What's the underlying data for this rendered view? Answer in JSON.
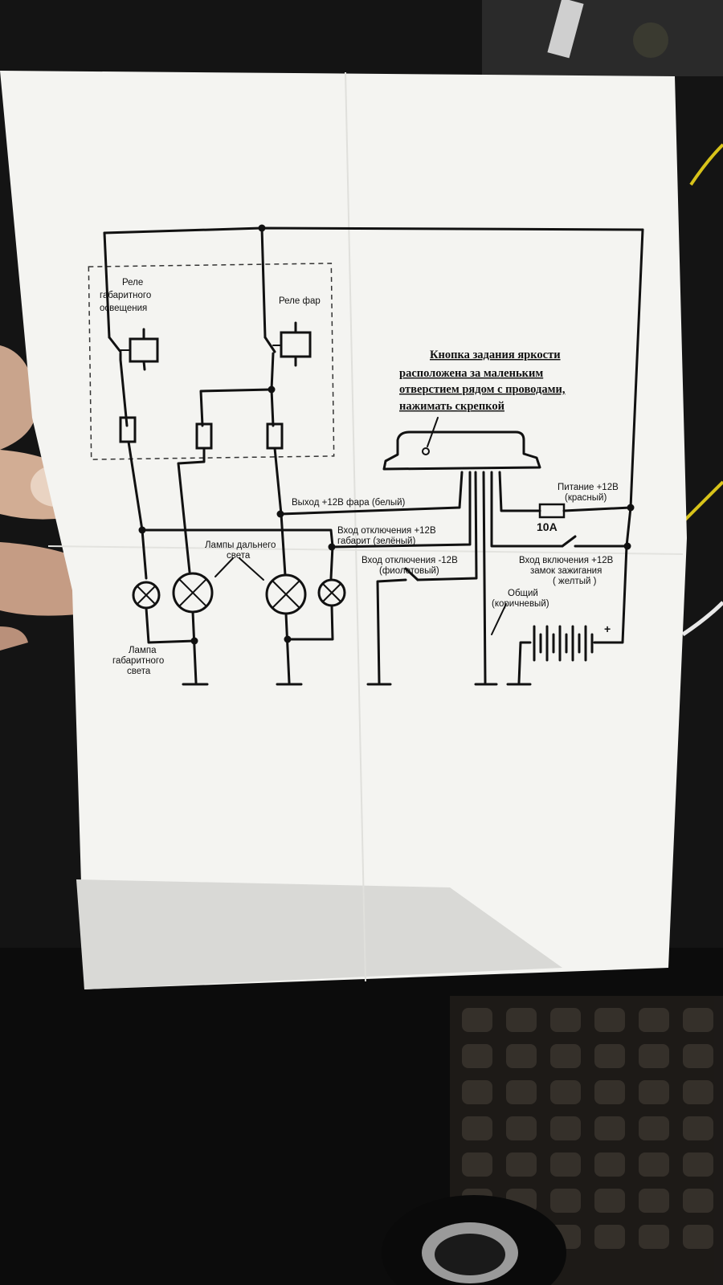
{
  "diagram": {
    "relays": [
      {
        "label": "Реле\nгабаритного\nосвещения"
      },
      {
        "label": "Реле фар"
      }
    ],
    "button_note": [
      "Кнопка задания яркости",
      "расположена за маленьким",
      "отверстием  рядом с проводами,",
      "нажимать скрепкой"
    ],
    "wires": {
      "headlight_out": "Выход +12В фара (белый)",
      "parking_off_1": "Вход отключения +12В",
      "parking_off_2": "габарит (зелёный)",
      "off_minus_1": "Вход отключения -12В",
      "off_minus_2": "(фиолетовый)",
      "power_1": "Питание +12В",
      "power_2": "(красный)",
      "ignition_1": "Вход включения +12В",
      "ignition_2": "замок зажигания",
      "ignition_3": "( желтый )",
      "common_1": "Общий",
      "common_2": "(коричневый)"
    },
    "fuse_rating": "10A",
    "high_beam_lamps_1": "Лампы дальнего",
    "high_beam_lamps_2": "света",
    "parking_lamp_1": "Лампа",
    "parking_lamp_2": "габаритного",
    "parking_lamp_3": "света",
    "battery_plus": "+"
  }
}
